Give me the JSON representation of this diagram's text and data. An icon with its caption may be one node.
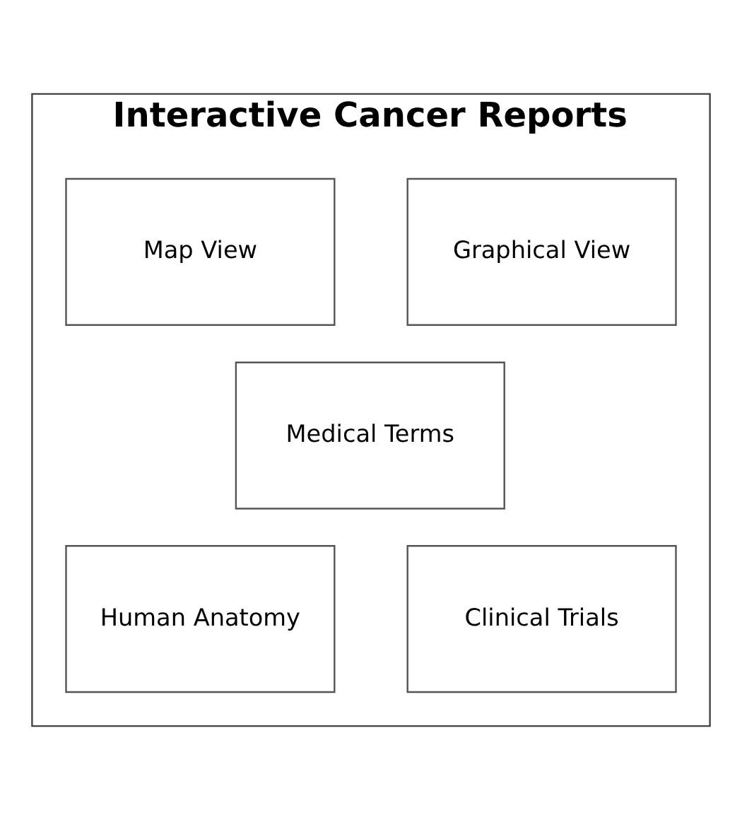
{
  "diagram": {
    "nodes": [
      {
        "text": [
          "Interactive Cancer Reports"
        ]
      },
      {
        "text": [
          "Map View"
        ],
        "in": 0
      },
      {
        "text": [
          "Graphical View"
        ],
        "in": 0
      },
      {
        "text": [
          "Medical Terms"
        ],
        "in": 0
      },
      {
        "text": [
          "Human Anatomy"
        ],
        "in": 0
      },
      {
        "text": [
          "Clinical Trials"
        ],
        "in": 0
      }
    ]
  }
}
